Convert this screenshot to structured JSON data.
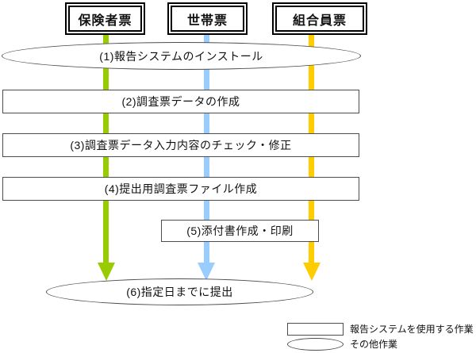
{
  "diagram": {
    "columns": [
      {
        "label": "保険者票",
        "color": "#99CC00"
      },
      {
        "label": "世帯票",
        "color": "#99CCFF"
      },
      {
        "label": "組合員票",
        "color": "#FFCC00"
      }
    ],
    "steps": [
      {
        "label": "(1)報告システムのインストール",
        "shape": "ellipse"
      },
      {
        "label": "(2)調査票データの作成",
        "shape": "rect"
      },
      {
        "label": "(3)調査票データ入力内容のチェック・修正",
        "shape": "rect"
      },
      {
        "label": "(4)提出用調査票ファイル作成",
        "shape": "rect"
      },
      {
        "label": "(5)添付書作成・印刷",
        "shape": "rect"
      },
      {
        "label": "(6)指定日までに提出",
        "shape": "ellipse"
      }
    ],
    "legend": {
      "rect_label": "報告システムを使用する作業",
      "ellipse_label": "その他作業"
    }
  }
}
